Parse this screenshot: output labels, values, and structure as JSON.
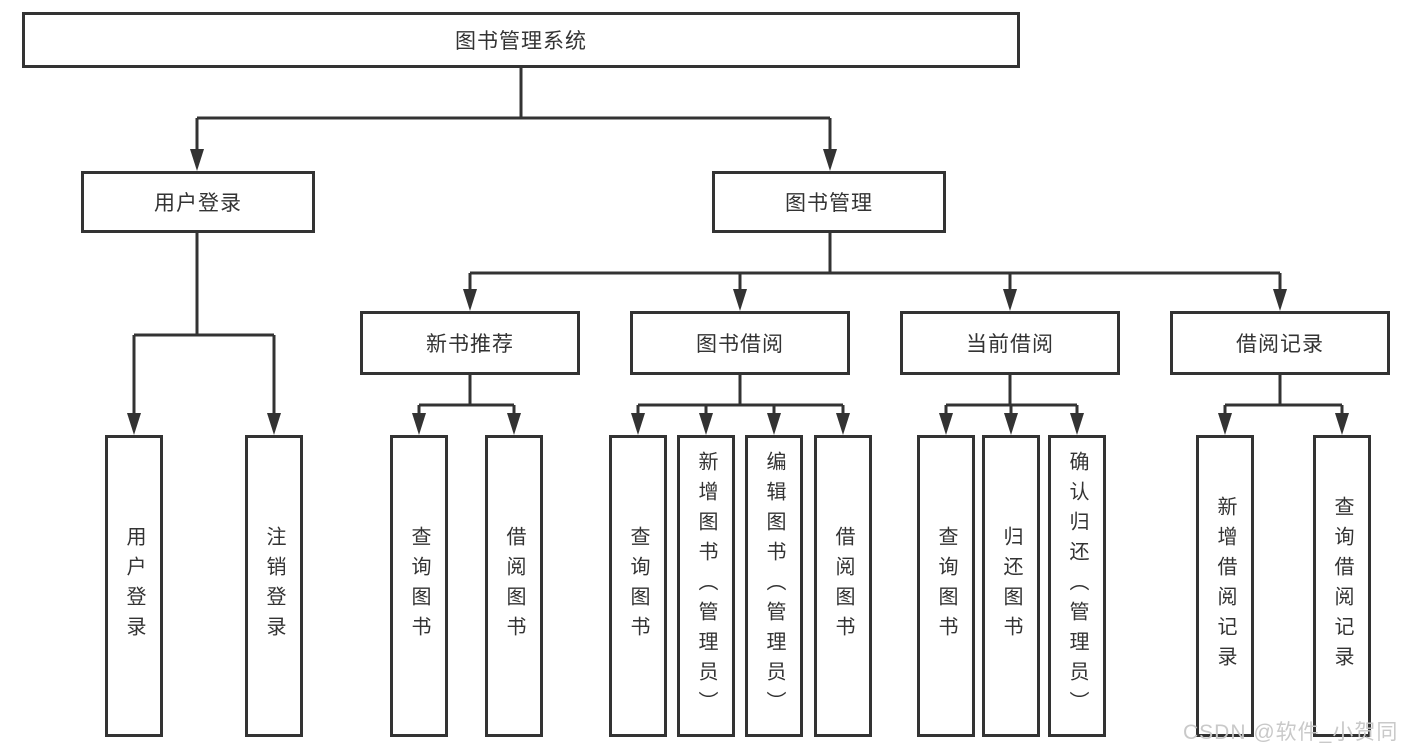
{
  "diagram": {
    "type": "hierarchy-tree",
    "root": {
      "label": "图书管理系统"
    },
    "children": [
      {
        "label": "用户登录",
        "children": [
          {
            "label": "用户登录"
          },
          {
            "label": "注销登录"
          }
        ]
      },
      {
        "label": "图书管理",
        "children": [
          {
            "label": "新书推荐",
            "children": [
              {
                "label": "查询图书"
              },
              {
                "label": "借阅图书"
              }
            ]
          },
          {
            "label": "图书借阅",
            "children": [
              {
                "label": "查询图书"
              },
              {
                "label": "新增图书（管理员）"
              },
              {
                "label": "编辑图书（管理员）"
              },
              {
                "label": "借阅图书"
              }
            ]
          },
          {
            "label": "当前借阅",
            "children": [
              {
                "label": "查询图书"
              },
              {
                "label": "归还图书"
              },
              {
                "label": "确认归还（管理员）"
              }
            ]
          },
          {
            "label": "借阅记录",
            "children": [
              {
                "label": "新增借阅记录"
              },
              {
                "label": "查询借阅记录"
              }
            ]
          }
        ]
      }
    ]
  },
  "watermark": {
    "text": "CSDN @软件_小贺同学"
  },
  "colors": {
    "line": "#333333",
    "box_border": "#333333",
    "text": "#333333",
    "background": "#ffffff",
    "watermark": "#c9c9c9"
  }
}
